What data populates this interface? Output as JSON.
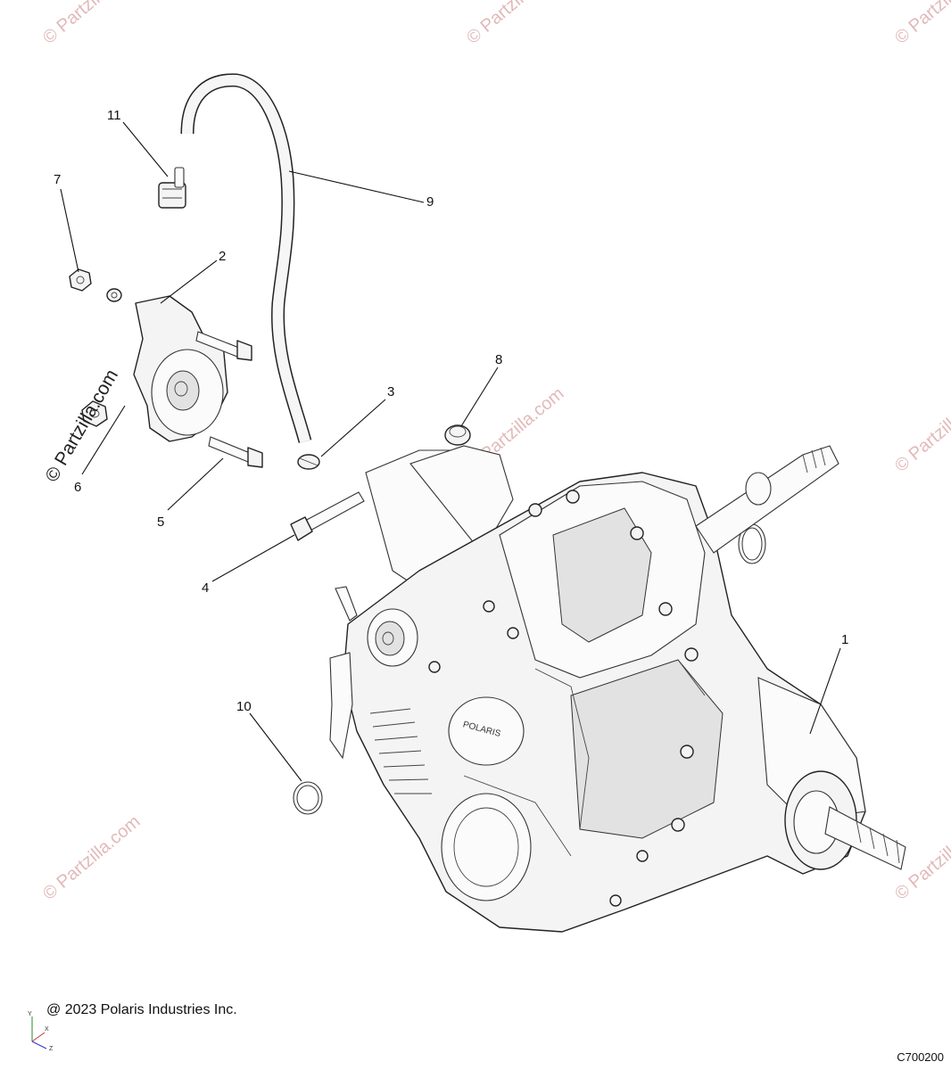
{
  "callouts": [
    {
      "id": "1",
      "label": "1"
    },
    {
      "id": "2",
      "label": "2"
    },
    {
      "id": "3",
      "label": "3"
    },
    {
      "id": "4",
      "label": "4"
    },
    {
      "id": "5",
      "label": "5"
    },
    {
      "id": "6",
      "label": "6"
    },
    {
      "id": "7",
      "label": "7"
    },
    {
      "id": "8",
      "label": "8"
    },
    {
      "id": "9",
      "label": "9"
    },
    {
      "id": "10",
      "label": "10"
    },
    {
      "id": "11",
      "label": "11"
    }
  ],
  "watermark": {
    "text": "© Partzilla.com",
    "color": "#e2b9b9"
  },
  "brand_on_case": "POLARIS",
  "axes": {
    "y": "Y",
    "x": "X",
    "z": "Z"
  },
  "footer": {
    "copyright": "@ 2023 Polaris Industries Inc.",
    "diagram_code": "C700200"
  }
}
